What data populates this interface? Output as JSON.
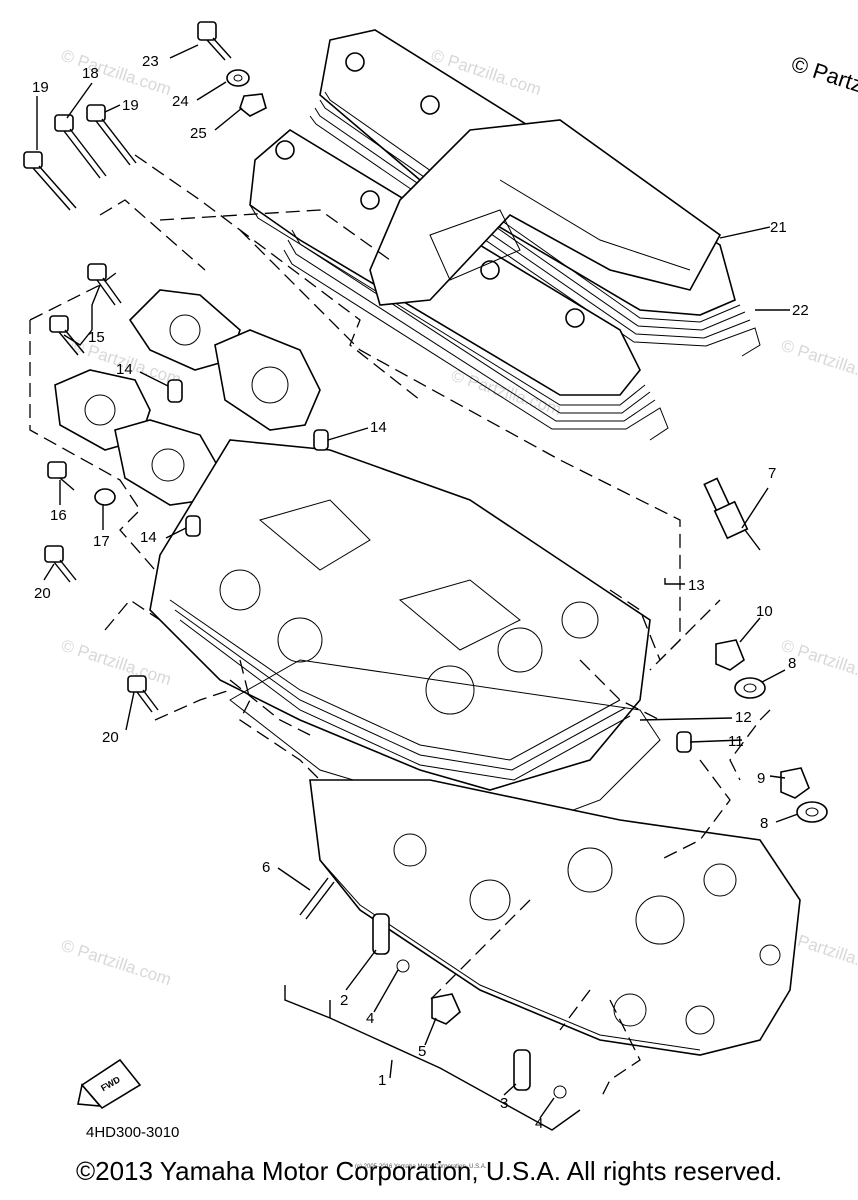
{
  "watermarks": {
    "corner": "© Partz",
    "repeat": "© Partzilla.com"
  },
  "reference_code": "4HD300-3010",
  "fwd_label": "FWD",
  "tiny_credit": "(c) 2005-2016 Yamaha Motor Corporation, U.S.A.",
  "footer_copyright": "©2013 Yamaha Motor Corporation, U.S.A. All rights reserved.",
  "callouts": {
    "c1": "1",
    "c2": "2",
    "c3": "3",
    "c4a": "4",
    "c4b": "4",
    "c5": "5",
    "c6": "6",
    "c7": "7",
    "c8a": "8",
    "c8b": "8",
    "c9": "9",
    "c10": "10",
    "c11": "11",
    "c12": "12",
    "c13": "13",
    "c14a": "14",
    "c14b": "14",
    "c14c": "14",
    "c15": "15",
    "c16": "16",
    "c17": "17",
    "c18": "18",
    "c19a": "19",
    "c19b": "19",
    "c20a": "20",
    "c20b": "20",
    "c21": "21",
    "c22": "22",
    "c23": "23",
    "c24": "24",
    "c25": "25"
  }
}
